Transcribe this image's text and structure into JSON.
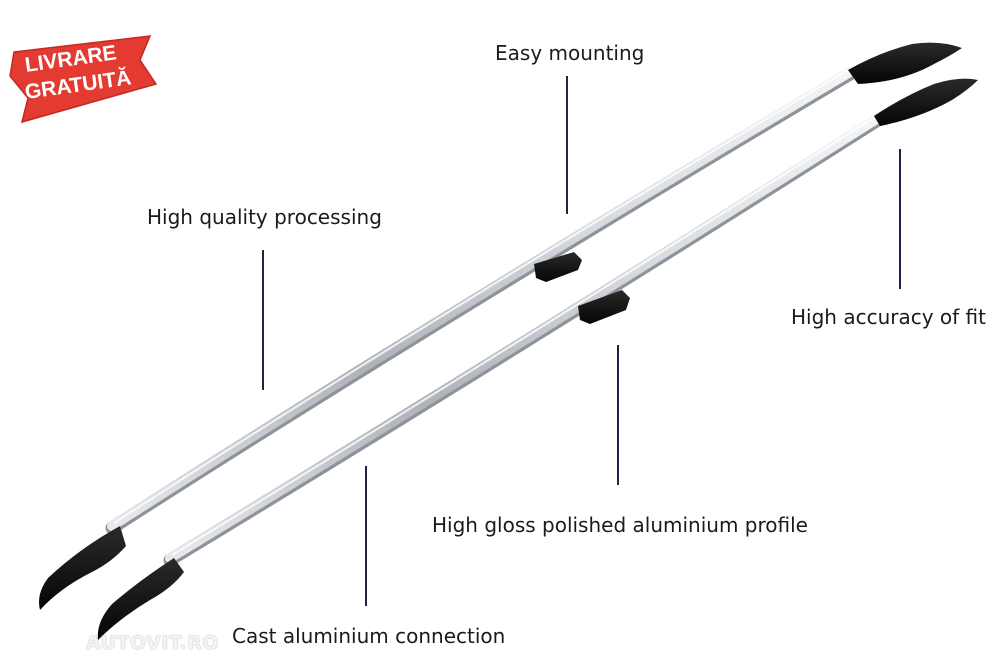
{
  "badge": {
    "line1": "LIVRARE",
    "line2": "GRATUITĂ",
    "color": "#e33a32"
  },
  "callouts": {
    "easy_mounting": "Easy mounting",
    "high_quality_processing": "High quality processing",
    "high_accuracy_of_fit": "High accuracy of fit",
    "high_gloss_polished": "High gloss polished aluminium profile",
    "cast_aluminium_connection": "Cast aluminium connection"
  },
  "watermark": "AUTOVIT.RO",
  "colors": {
    "aluminium": "#c9ccd1",
    "end_cap": "#141414",
    "leader_line": "#1d2447"
  }
}
